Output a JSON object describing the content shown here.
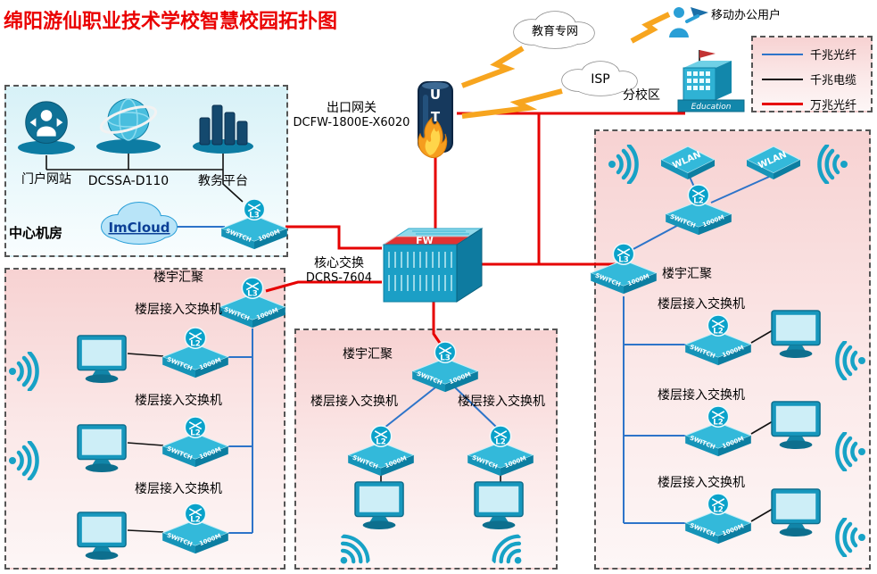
{
  "title": "绵阳游仙职业技术学校智慧校园拓扑图",
  "clouds": {
    "edu": "教育专网",
    "isp": "ISP"
  },
  "mobile_user": {
    "label": "移动办公用户"
  },
  "branch": {
    "label": "分校区",
    "sign": "Education"
  },
  "legend": {
    "items": [
      {
        "label": "千兆光纤",
        "color": "#2d74c9"
      },
      {
        "label": "千兆电缆",
        "color": "#111111"
      },
      {
        "label": "万兆光纤",
        "color": "#e60000"
      }
    ]
  },
  "gateway": {
    "name": "出口网关",
    "model": "DCFW-1800E-X6020",
    "device": "UTM"
  },
  "core": {
    "name": "核心交换",
    "model": "DCRS-7604",
    "banner": "FW"
  },
  "center_room": {
    "title": "中心机房",
    "portal": "门户网站",
    "security": "DCSSA-D110",
    "academic": "教务平台",
    "cloud": "ImCloud"
  },
  "labels": {
    "aggregation": "楼宇汇聚",
    "floor_access": "楼层接入交换机"
  },
  "switch": {
    "name": "SWITCH",
    "speed": "1000M",
    "l2": "L2",
    "l3": "L3"
  },
  "wlan": {
    "label": "WLAN"
  }
}
